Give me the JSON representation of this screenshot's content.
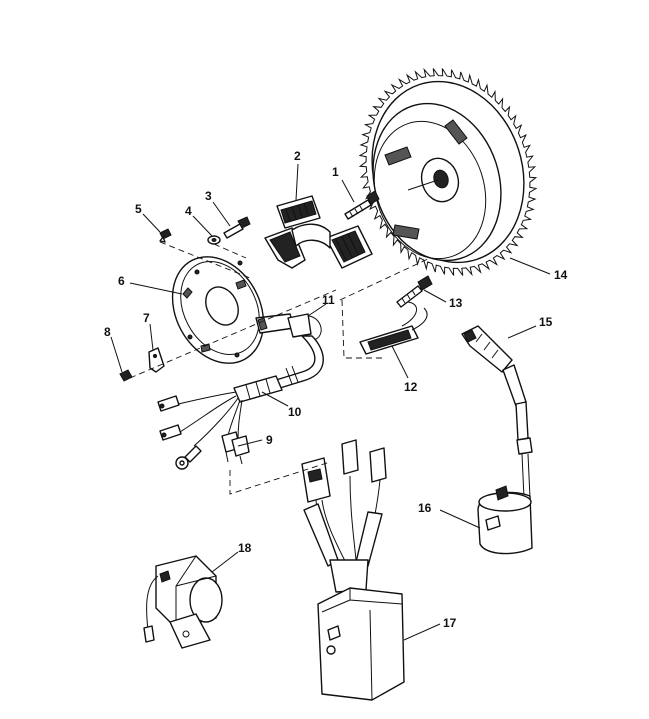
{
  "callouts": {
    "c1": "1",
    "c2": "2",
    "c3": "3",
    "c4": "4",
    "c5": "5",
    "c6": "6",
    "c7": "7",
    "c8": "8",
    "c9": "9",
    "c10": "10",
    "c11": "11",
    "c12": "12",
    "c13": "13",
    "c14": "14",
    "c15": "15",
    "c16": "16",
    "c17": "17",
    "c18": "18"
  },
  "colors": {
    "ink": "#111111",
    "paper": "#ffffff"
  }
}
